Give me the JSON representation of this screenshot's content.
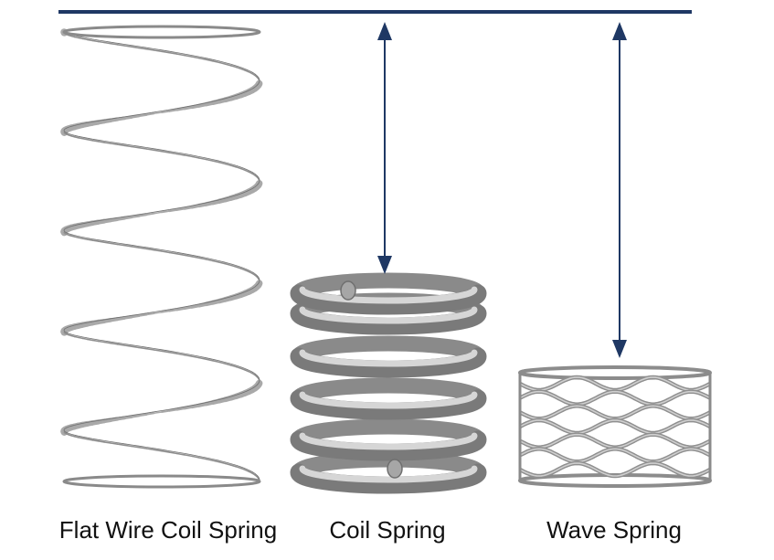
{
  "springs": [
    {
      "id": "flat",
      "label": "Flat Wire Coil Spring"
    },
    {
      "id": "coil",
      "label": "Coil Spring"
    },
    {
      "id": "wave",
      "label": "Wave Spring"
    }
  ],
  "colors": {
    "reference_line": "#1f3864",
    "arrow": "#1f3864",
    "spring_fill": "#c9c9c9",
    "spring_dark": "#7d7d7d",
    "spring_light": "#ececec",
    "text": "#111111"
  }
}
